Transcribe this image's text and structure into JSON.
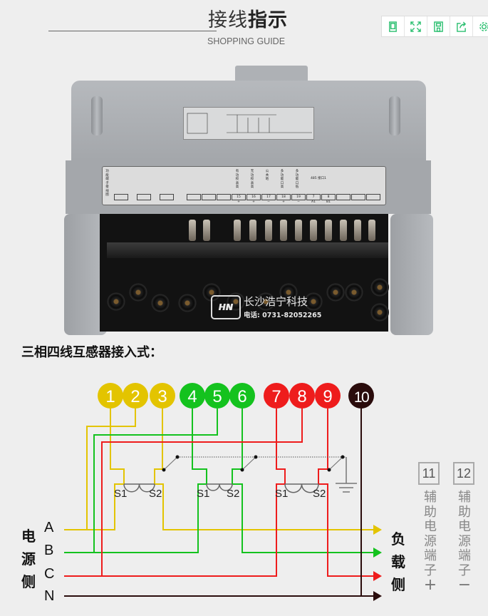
{
  "header": {
    "title_light": "接线",
    "title_bold": "指示",
    "subtitle": "SHOPPING GUIDE"
  },
  "toolbar": {
    "icons": [
      "tablet-icon",
      "fullscreen-icon",
      "save-icon",
      "share-icon",
      "settings-icon"
    ]
  },
  "photo": {
    "strip_title": "功能端子接线图",
    "functions": [
      "有功校表高",
      "无功校表高",
      "公共地",
      "多功能口高",
      "多功能口低"
    ],
    "port_label": "485 接口1",
    "terminals": [
      "15",
      "16",
      "17",
      "18",
      "19",
      "7",
      "8"
    ],
    "polarity": [
      "+",
      "+",
      "−",
      "+",
      "−",
      "A1",
      "B1"
    ],
    "logo_mark": "HN",
    "logo_name": "长沙浩宁科技",
    "logo_tel": "电话: 0731-82052265"
  },
  "section_title": "三相四线互感器接入式：",
  "diagram": {
    "terminals": [
      {
        "label": "1",
        "color": "#e3c400"
      },
      {
        "label": "2",
        "color": "#e3c400"
      },
      {
        "label": "3",
        "color": "#e3c400"
      },
      {
        "label": "4",
        "color": "#14c21e"
      },
      {
        "label": "5",
        "color": "#14c21e"
      },
      {
        "label": "6",
        "color": "#14c21e"
      },
      {
        "label": "7",
        "color": "#ee1c1c"
      },
      {
        "label": "8",
        "color": "#ee1c1c"
      },
      {
        "label": "9",
        "color": "#ee1c1c"
      },
      {
        "label": "10",
        "color": "#2a0c0c"
      }
    ],
    "phase_colors": {
      "A": "#e3c400",
      "B": "#14c21e",
      "C": "#ee1c1c",
      "N": "#2a0c0c"
    },
    "ct_labels": [
      "S1",
      "S2"
    ],
    "source_side": "电源侧",
    "load_side": "负载侧",
    "phases": [
      "A",
      "B",
      "C",
      "N"
    ],
    "aux": [
      {
        "num": "11",
        "text": "辅助电源端子",
        "sign": "+"
      },
      {
        "num": "12",
        "text": "辅助电源端子",
        "sign": "−"
      }
    ]
  }
}
